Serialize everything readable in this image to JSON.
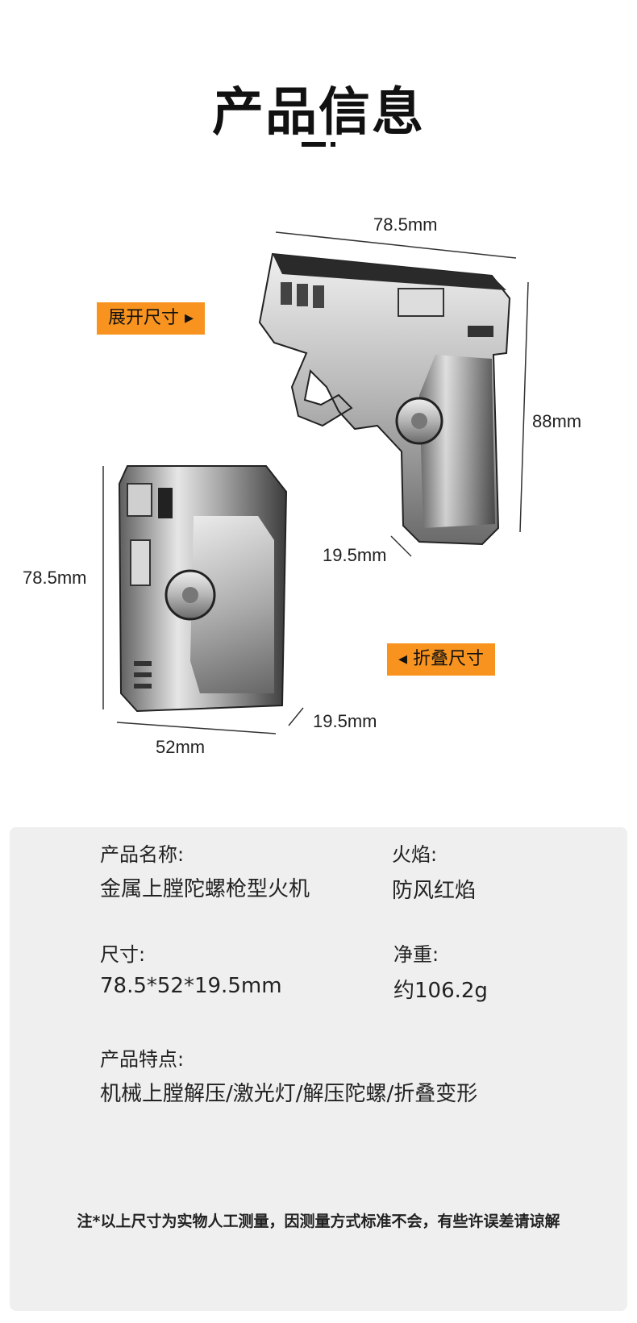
{
  "header": {
    "title": "产品信息"
  },
  "figure": {
    "tag_unfolded": "展开尺寸 ▸",
    "tag_folded": "◂ 折叠尺寸",
    "unfolded_width": "78.5mm",
    "unfolded_height": "88mm",
    "unfolded_depth": "19.5mm",
    "folded_height": "78.5mm",
    "folded_width": "52mm",
    "folded_depth": "19.5mm"
  },
  "specs": {
    "name_label": "产品名称:",
    "name_value": "金属上膛陀螺枪型火机",
    "flame_label": "火焰:",
    "flame_value": "防风红焰",
    "size_label": "尺寸:",
    "size_value": "78.5*52*19.5mm",
    "weight_label": "净重:",
    "weight_value": "约106.2g",
    "features_label": "产品特点:",
    "features_value": "机械上膛解压/激光灯/解压陀螺/折叠变形"
  },
  "note": "注*以上尺寸为实物人工测量，因测量方式标准不会，有些许误差请谅解",
  "colors": {
    "accent": "#f7931e",
    "card_bg": "#efefef"
  }
}
